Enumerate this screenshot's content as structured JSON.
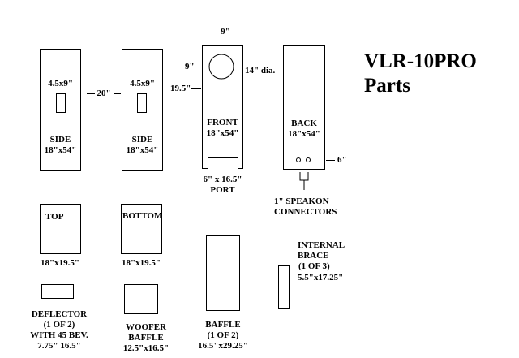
{
  "title": {
    "line1": "VLR-10PRO",
    "line2": "Parts"
  },
  "side_left": {
    "cutout": "4.5x9\"",
    "name": "SIDE",
    "size": "18\"x54\""
  },
  "gap_label": "20\"",
  "side_right": {
    "cutout": "4.5x9\"",
    "name": "SIDE",
    "size": "18\"x54\""
  },
  "front": {
    "top_label": "9\"",
    "left_label": "9\"",
    "left_lower_label": "19.5\"",
    "hole_label": "14\" dia.",
    "name": "FRONT",
    "size": "18\"x54\"",
    "port_size": "6\" x 16.5\"",
    "port_name": "PORT"
  },
  "back": {
    "name": "BACK",
    "size": "18\"x54\"",
    "side_label": "6\"",
    "connectors_line1": "1\" SPEAKON",
    "connectors_line2": "CONNECTORS"
  },
  "top": {
    "name": "TOP",
    "size": "18\"x19.5\""
  },
  "bottom": {
    "name": "BOTTOM",
    "size": "18\"x19.5\""
  },
  "deflector": {
    "line1": "DEFLECTOR",
    "line2": "(1 OF 2)",
    "line3": "WITH 45 BEV.",
    "line4": "7.75\" 16.5\""
  },
  "woofer_baffle": {
    "line1": "WOOFER",
    "line2": "BAFFLE",
    "line3": "12.5\"x16.5\""
  },
  "baffle": {
    "line1": "BAFFLE",
    "line2": "(1 OF 2)",
    "line3": "16.5\"x29.25\""
  },
  "internal_brace": {
    "line1": "INTERNAL",
    "line2": "BRACE",
    "line3": "(1 OF 3)",
    "line4": "5.5\"x17.25\""
  }
}
